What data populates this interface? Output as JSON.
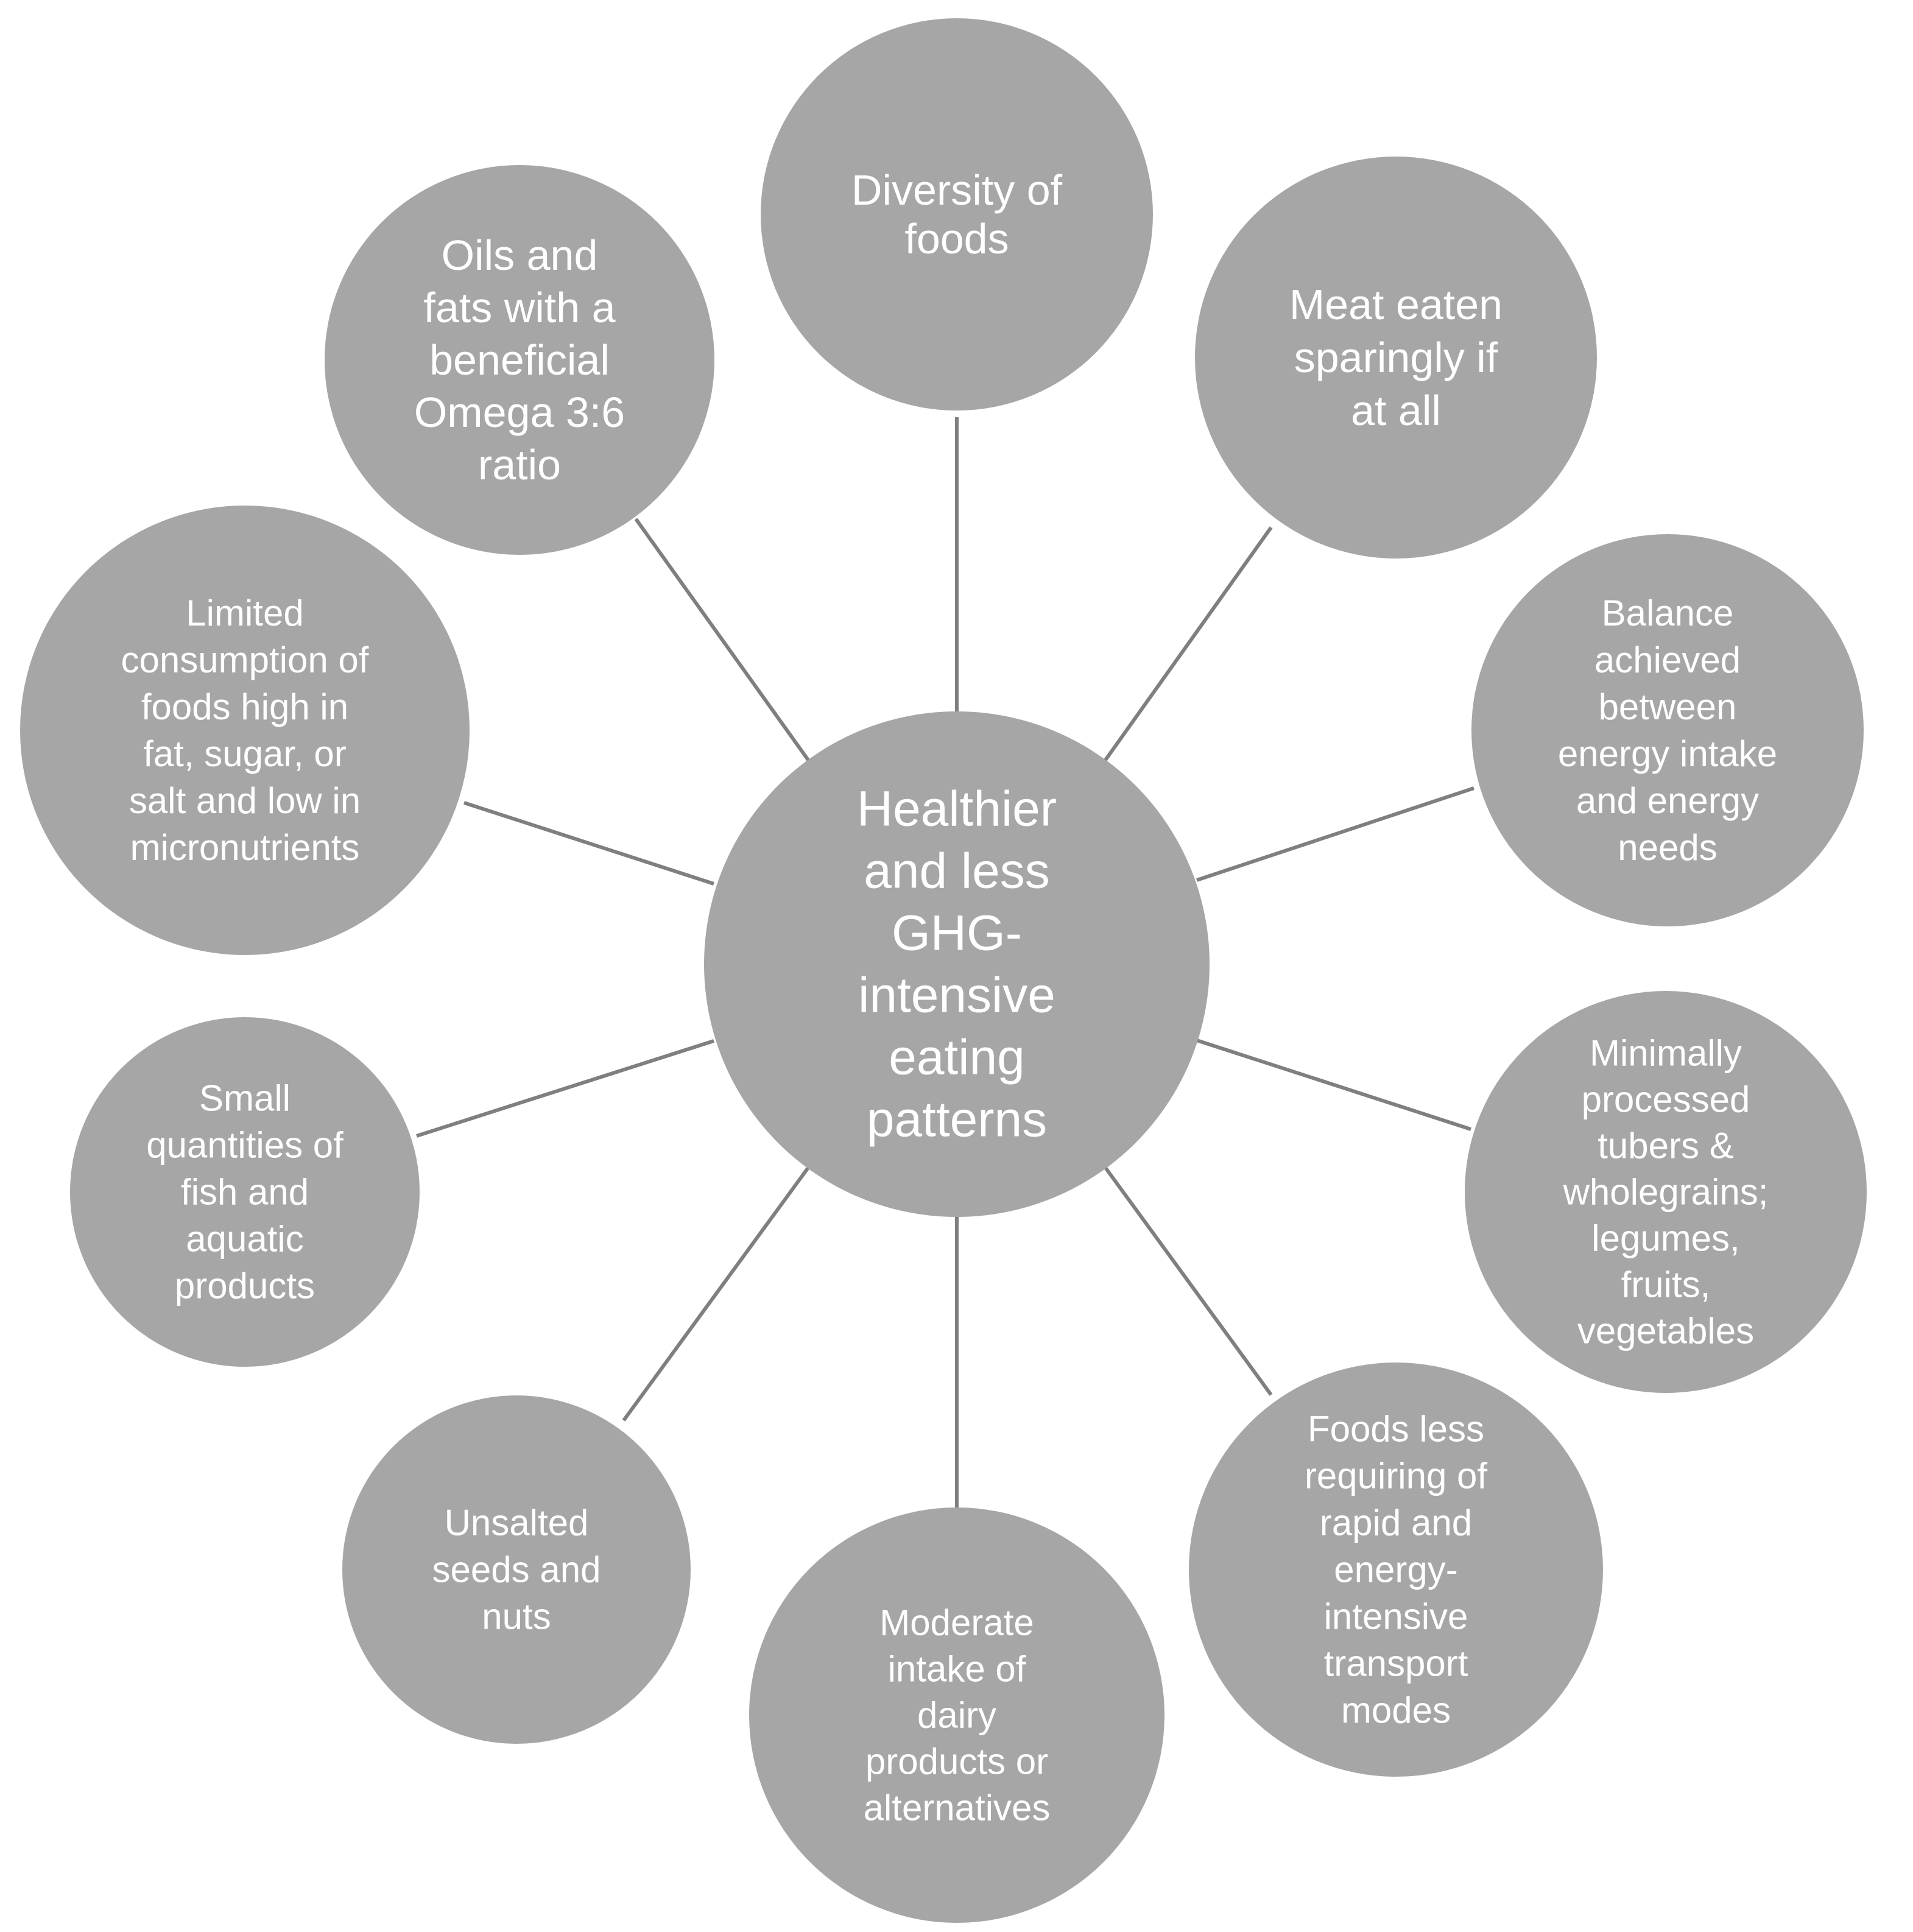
{
  "center": {
    "lines": [
      "Healthier",
      "and less",
      "GHG-",
      "intensive",
      "eating",
      "patterns"
    ]
  },
  "nodes": [
    {
      "id": "diversity",
      "lines": [
        "Diversity of",
        "foods"
      ]
    },
    {
      "id": "meat",
      "lines": [
        "Meat eaten",
        "sparingly if",
        "at all"
      ]
    },
    {
      "id": "balance",
      "lines": [
        "Balance",
        "achieved",
        "between",
        "energy intake",
        "and energy",
        "needs"
      ]
    },
    {
      "id": "minimally-processed",
      "lines": [
        "Minimally",
        "processed",
        "tubers &",
        "wholegrains;",
        "legumes,",
        "fruits,",
        "vegetables"
      ]
    },
    {
      "id": "transport",
      "lines": [
        "Foods less",
        "requiring of",
        "rapid and",
        "energy-",
        "intensive",
        "transport",
        "modes"
      ]
    },
    {
      "id": "dairy",
      "lines": [
        "Moderate",
        "intake of",
        "dairy",
        "products or",
        "alternatives"
      ]
    },
    {
      "id": "seeds-nuts",
      "lines": [
        "Unsalted",
        "seeds and",
        "nuts"
      ]
    },
    {
      "id": "fish",
      "lines": [
        "Small",
        "quantities of",
        "fish and",
        "aquatic",
        "products"
      ]
    },
    {
      "id": "limited-consumption",
      "lines": [
        "Limited",
        "consumption of",
        "foods high in",
        "fat, sugar, or",
        "salt and low in",
        "micronutrients"
      ]
    },
    {
      "id": "oils-fats",
      "lines": [
        "Oils and",
        "fats with a",
        "beneficial",
        "Omega 3:6",
        "ratio"
      ]
    }
  ],
  "colors": {
    "node_fill": "#a6a6a6",
    "connector": "#7f7f7f",
    "text": "#ffffff",
    "background": "#ffffff"
  }
}
